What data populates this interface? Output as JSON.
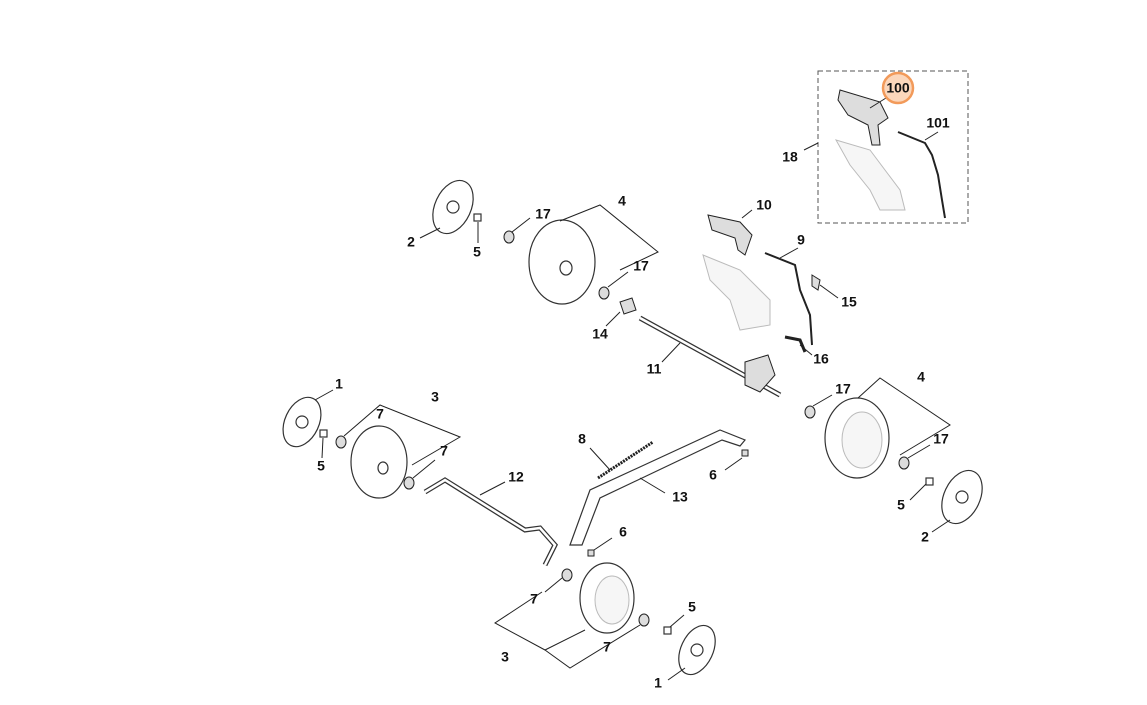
{
  "diagram": {
    "highlight_color": "#f29a5a",
    "highlighted_callout": "100",
    "callouts": {
      "c100": "100",
      "c101": "101",
      "c18": "18",
      "c10": "10",
      "c9": "9",
      "c15": "15",
      "c16": "16",
      "c4a": "4",
      "c17a": "17",
      "c17b": "17",
      "c2a": "2",
      "c5a": "5",
      "c14": "14",
      "c11": "11",
      "c17c": "17",
      "c4b": "4",
      "c17d": "17",
      "c5b": "5",
      "c2b": "2",
      "c1a": "1",
      "c3a": "3",
      "c7a": "7",
      "c7b": "7",
      "c5c": "5",
      "c8": "8",
      "c6a": "6",
      "c12": "12",
      "c13": "13",
      "c6b": "6",
      "c7c": "7",
      "c5d": "5",
      "c3b": "3",
      "c7d": "7",
      "c1b": "1"
    }
  }
}
